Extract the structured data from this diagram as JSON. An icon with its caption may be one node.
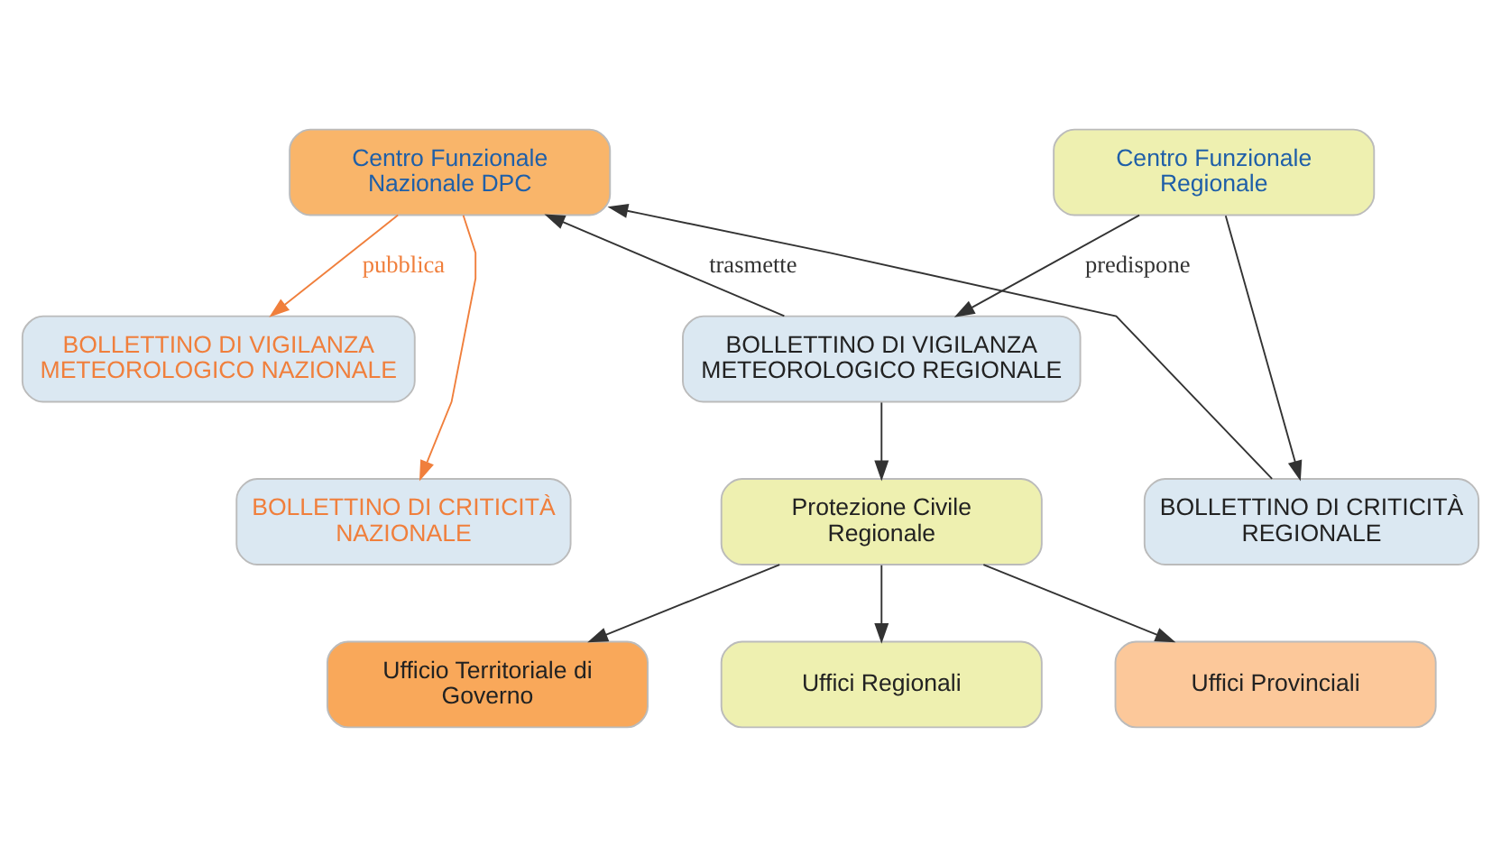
{
  "diagram": {
    "nodes": [
      {
        "text": [
          "Centro Funzionale Nazionale DPC"
        ]
      },
      {
        "text": [
          "BOLLETTINO DI VIGILANZA METEOROLOGICO NAZIONALE"
        ]
      },
      {
        "text": [
          "BOLLETTINO DI CRITICITÀ NAZIONALE"
        ]
      },
      {
        "text": [
          "Centro Funzionale Regionale"
        ]
      },
      {
        "text": [
          "BOLLETTINO DI VIGILANZA METEOROLOGICO REGIONALE"
        ]
      },
      {
        "text": [
          "BOLLETTINO DI CRITICITÀ REGIONALE"
        ]
      },
      {
        "text": [
          "Protezione Civile Regionale"
        ]
      },
      {
        "text": [
          "Ufficio Territoriale di Governo"
        ]
      },
      {
        "text": [
          "Uffici Regionali"
        ]
      },
      {
        "text": [
          "Uffici Provinciali"
        ]
      }
    ],
    "edges": [
      {
        "from": 0,
        "to": 1,
        "arrow": "to",
        "label": "pubblica",
        "color": "#f07f3c"
      },
      {
        "from": 0,
        "to": 2,
        "arrow": "to",
        "color": "#f07f3c"
      },
      {
        "from": 3,
        "to": 4,
        "arrow": "to",
        "label": "predispone"
      },
      {
        "from": 3,
        "to": 5,
        "arrow": "to"
      },
      {
        "from": 4,
        "to": 0,
        "arrow": "to",
        "label": "trasmette"
      },
      {
        "from": 5,
        "to": 0,
        "arrow": "to"
      },
      {
        "from": 4,
        "to": 6,
        "arrow": "to"
      },
      {
        "from": 6,
        "to": 7,
        "arrow": "to"
      },
      {
        "from": 6,
        "to": 8,
        "arrow": "to"
      },
      {
        "from": 6,
        "to": 9,
        "arrow": "to"
      }
    ]
  }
}
